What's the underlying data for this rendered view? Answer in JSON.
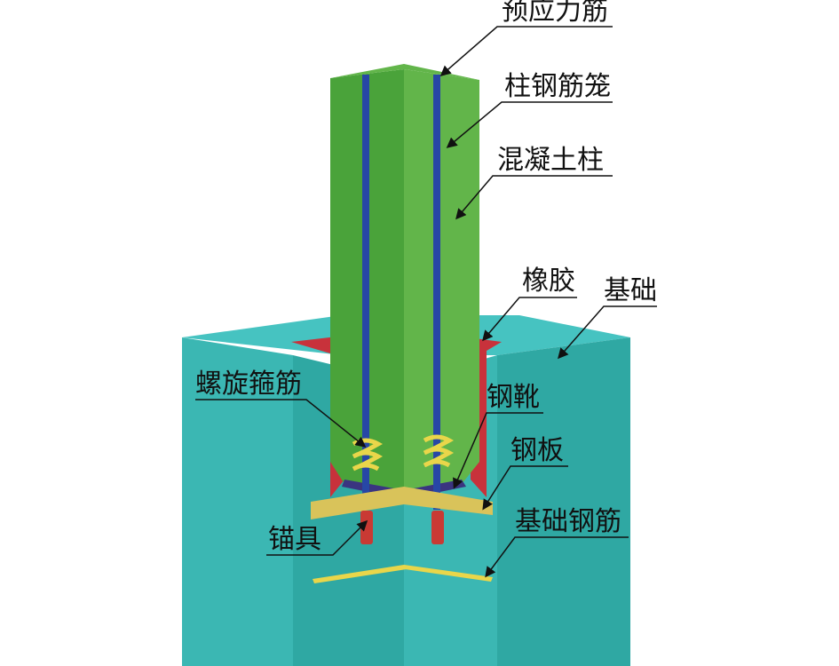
{
  "labels": {
    "prestressed_tendon": "预应力筋",
    "column_cage": "柱钢筋笼",
    "concrete_column": "混凝土柱",
    "rubber": "橡胶",
    "foundation": "基础",
    "spiral_stirrup": "螺旋箍筋",
    "steel_boot": "钢靴",
    "steel_plate": "钢板",
    "anchor": "锚具",
    "foundation_rebar": "基础钢筋"
  },
  "colors": {
    "foundation_top": "#46c3c1",
    "foundation_left": "#3bb7b3",
    "foundation_right": "#2fa8a3",
    "column_front": "#62b54a",
    "column_side": "#4aa33a",
    "rubber": "#c8323b",
    "tendon": "#2747a6",
    "spiral": "#e9d64a",
    "steel_plate": "#d9c35a",
    "anchor": "#c93a34",
    "boot": "#3a3580"
  }
}
